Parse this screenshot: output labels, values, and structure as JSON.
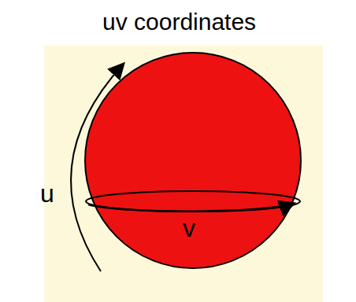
{
  "diagram": {
    "title": "uv coordinates",
    "labels": [
      "u",
      "v"
    ]
  }
}
